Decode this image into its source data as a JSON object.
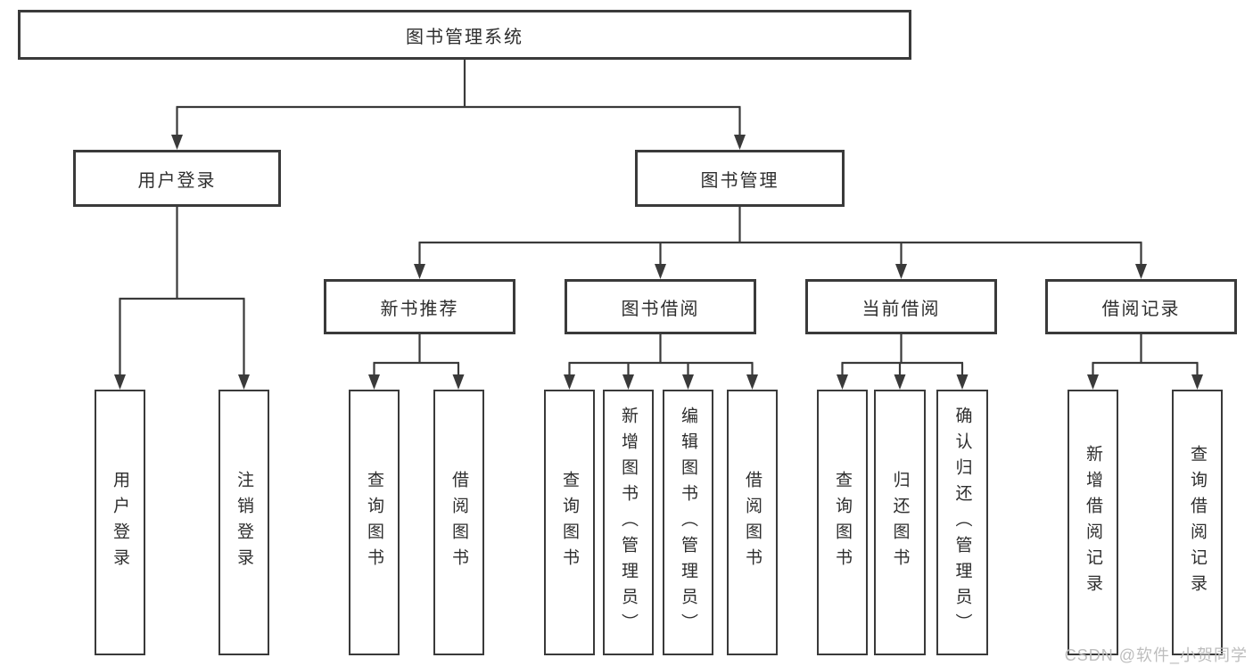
{
  "diagram": {
    "root": {
      "label": "图书管理系统"
    },
    "level2": [
      {
        "label": "用户登录"
      },
      {
        "label": "图书管理"
      }
    ],
    "level3": [
      {
        "label": "新书推荐"
      },
      {
        "label": "图书借阅"
      },
      {
        "label": "当前借阅"
      },
      {
        "label": "借阅记录"
      }
    ],
    "leaves": [
      {
        "label": "用户登录"
      },
      {
        "label": "注销登录"
      },
      {
        "label": "查询图书"
      },
      {
        "label": "借阅图书"
      },
      {
        "label": "查询图书"
      },
      {
        "label": "新增图书（管理员）"
      },
      {
        "label": "编辑图书（管理员）"
      },
      {
        "label": "借阅图书"
      },
      {
        "label": "查询图书"
      },
      {
        "label": "归还图书"
      },
      {
        "label": "确认归还（管理员）"
      },
      {
        "label": "新增借阅记录"
      },
      {
        "label": "查询借阅记录"
      }
    ]
  },
  "watermark": {
    "text": "CSDN @软件_小贺同学"
  },
  "colors": {
    "line": "#3a3a3a",
    "text": "#2e2e2e",
    "watermark": "#bdbdbd",
    "background": "#ffffff"
  }
}
